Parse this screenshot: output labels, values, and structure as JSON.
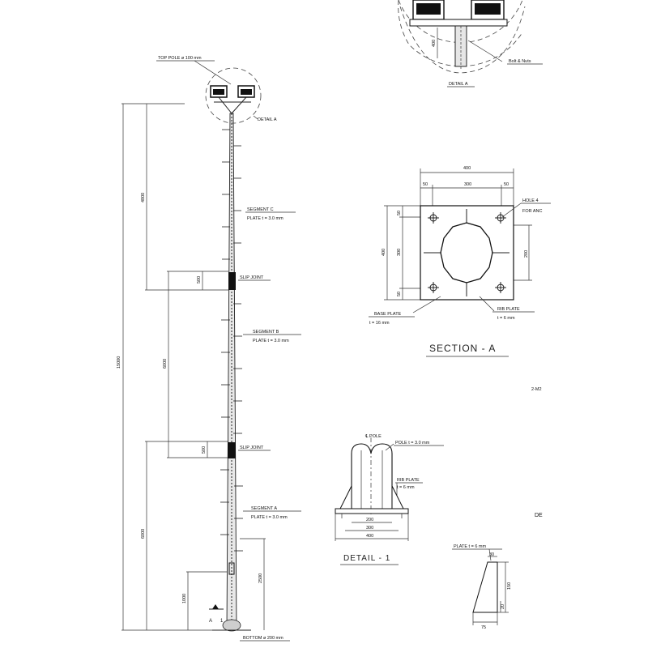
{
  "pole_elevation": {
    "top_label": "TOP POLE ø 100 mm",
    "bottom_label": "BOTTOM ø 200 mm",
    "detail_ref": "DETAIL A",
    "total_height": "15000",
    "segment_c": {
      "name": "SEGMENT C",
      "plate": "PLATE t = 3.0 mm",
      "length": "4800"
    },
    "segment_b": {
      "name": "SEGMENT B",
      "plate": "PLATE t = 3.0 mm",
      "length": "6000"
    },
    "segment_a": {
      "name": "SEGMENT A",
      "plate": "PLATE t = 3.0 mm",
      "length": "6000"
    },
    "slip_joint_1": "SLIP JOINT",
    "slip_joint_2": "SLIP JOINT",
    "slip_dim_1": "500",
    "slip_dim_2": "500",
    "lower_dim_1": "2500",
    "lower_dim_2": "1000",
    "section_marker": "A"
  },
  "detail_a": {
    "title": "DETAIL A",
    "bolt_label": "Bolt & Nuts",
    "dim": "400"
  },
  "section_a": {
    "title": "SECTION - A",
    "dim_total": "400",
    "dim_inner": "300",
    "dim_edge_left": "50",
    "dim_edge_right": "50",
    "dim_side_total": "400",
    "dim_side_inner": "300",
    "dim_side_top": "50",
    "dim_side_bottom": "50",
    "dim_right": "200",
    "hole_label": "HOLE 4",
    "anchor_label": "FOR ANC",
    "base_plate_label": "BASE PLATE",
    "base_plate_thk": "t = 16 mm",
    "rib_plate_label": "RIB PLATE",
    "rib_plate_thk": "t = 6 mm"
  },
  "detail_1": {
    "title": "DETAIL - 1",
    "pole_center": "℄ POLE",
    "pole_thk": "POLE t = 3.0 mm",
    "rib_label": "RIB PLATE",
    "rib_thk": "t = 6 mm",
    "dim_inner": "200",
    "dim_mid": "300",
    "dim_total": "400"
  },
  "rib_detail": {
    "plate_label": "PLATE t = 6 mm",
    "dim_top": "30",
    "dim_height": "150",
    "dim_small": "20",
    "dim_base": "75"
  },
  "edge_texts": {
    "edge_1": "2-M2",
    "edge_2": "DE"
  }
}
